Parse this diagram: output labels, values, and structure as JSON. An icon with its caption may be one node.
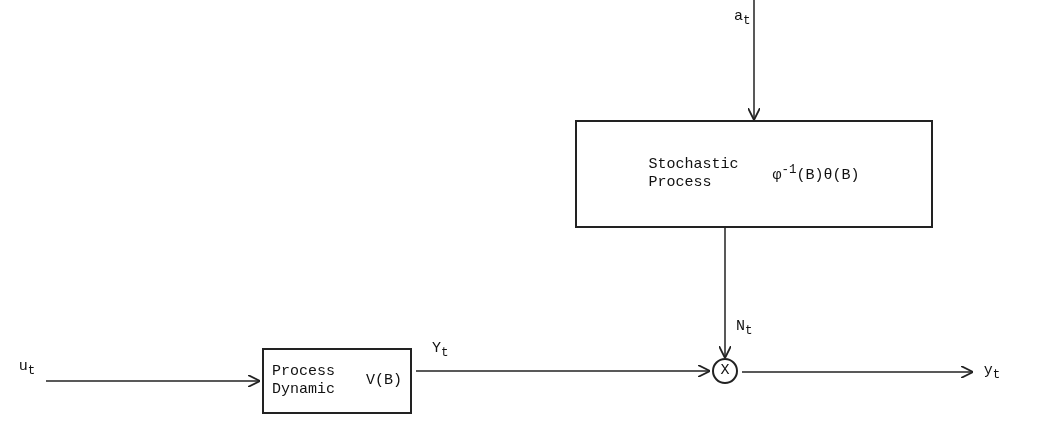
{
  "diagram": {
    "nodes": [
      {
        "text": [
          "Stochastic Process",
          "φ$^{-1}$(B)θ(B)"
        ]
      },
      {
        "text": [
          "u$_{t}$"
        ]
      },
      {
        "text": [
          "Process Dynamic",
          "V(B)"
        ]
      },
      {
        "text": [
          "X"
        ]
      },
      {
        "text": [
          "y$_{t}$"
        ]
      }
    ],
    "edges": [
      {
        "from": null,
        "to": 0,
        "arrow": "to",
        "label": "a$_{t}$"
      },
      {
        "from": 0,
        "to": 3,
        "arrow": "to",
        "label": "N$_{t}$"
      },
      {
        "from": 1,
        "to": 2,
        "arrow": "to"
      },
      {
        "from": 2,
        "to": 3,
        "arrow": "to",
        "label": "Y$_{t}$"
      },
      {
        "from": 3,
        "to": 4,
        "arrow": "to"
      }
    ]
  }
}
